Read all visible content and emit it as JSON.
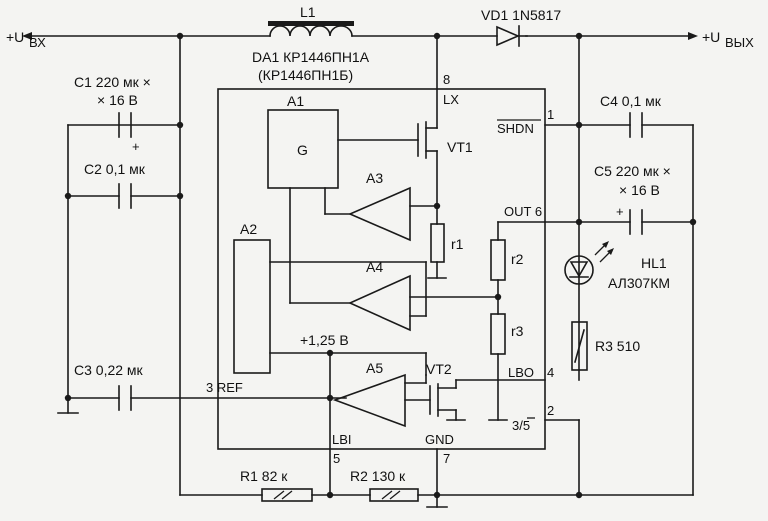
{
  "title_text": "",
  "labels": {
    "uin": "+U",
    "uin_sub": "ВХ",
    "uout": "+U",
    "uout_sub": "ВЫХ",
    "l1": "L1",
    "vd1": "VD1 1N5817",
    "da1_line1": "DA1 КР1446ПН1А",
    "da1_line2": "(КР1446ПН1Б)",
    "c1_line1": "C1 220 мк ×",
    "c1_line2": "× 16 В",
    "c1_plus": "+",
    "c2": "C2 0,1 мк",
    "c3": "C3 0,22 мк",
    "c4": "C4 0,1 мк",
    "c5_line1": "C5 220 мк ×",
    "c5_line2": "× 16 В",
    "c5_plus": "+",
    "a1": "A1",
    "g": "G",
    "a2": "A2",
    "a3": "A3",
    "a4": "A4",
    "a5": "A5",
    "vt1": "VT1",
    "vt2": "VT2",
    "r1": "r1",
    "r2": "r2",
    "r3": "r3",
    "hl1_line1": "HL1",
    "hl1_line2": "АЛ307КМ",
    "r3_510": "R3 510",
    "ref125": "+1,25 В",
    "pin8": "8",
    "lx": "LX",
    "pin1": "1",
    "shdn": "SHDN",
    "out6": "OUT 6",
    "lbo": "LBO",
    "pin4": "4",
    "pin35": "3/5",
    "pin2": "2",
    "pin3ref": "3 REF",
    "lbi": "LBI",
    "gnd": "GND",
    "pin5": "5",
    "pin7": "7",
    "rr1": "R1 82 к",
    "rr2": "R2 130 к"
  }
}
